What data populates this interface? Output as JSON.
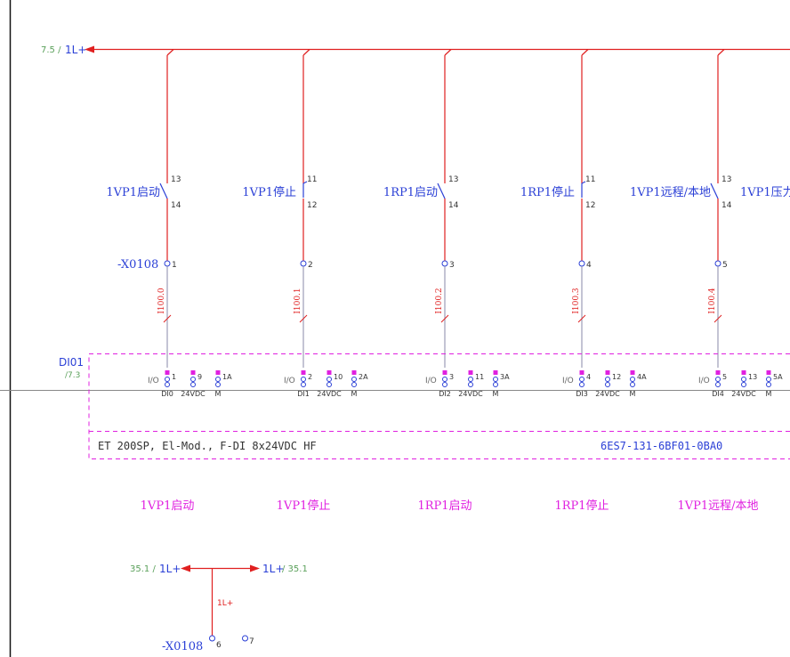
{
  "colors": {
    "wire_red": "#e02020",
    "label_blue": "#2a3fd6",
    "pink": "#e020e0",
    "ref_green": "#5aa05a",
    "wire_gray": "#8888aa"
  },
  "top_bus": {
    "ref": "7.5 /",
    "label": "1L+"
  },
  "terminal_strip": {
    "name": "-X0108"
  },
  "module": {
    "name": "DI01",
    "ref": "/7.3",
    "description": "ET 200SP, El-Mod., F-DI 8x24VDC HF",
    "part_number": "6ES7-131-6BF01-0BA0",
    "io_prefix": "I/O",
    "pin_24v_label": "24VDC",
    "pin_m_label": "M"
  },
  "channels": [
    {
      "switch_label": "1VP1启动",
      "contact_top": "13",
      "contact_bottom": "14",
      "type": "NO",
      "terminal": "1",
      "address": "I100.0",
      "io_pin": "1",
      "di": "DI0",
      "pin_24v": "9",
      "pin_m": "1A",
      "bottom_label": "1VP1启动"
    },
    {
      "switch_label": "1VP1停止",
      "contact_top": "11",
      "contact_bottom": "12",
      "type": "NC",
      "terminal": "2",
      "address": "I100.1",
      "io_pin": "2",
      "di": "DI1",
      "pin_24v": "10",
      "pin_m": "2A",
      "bottom_label": "1VP1停止"
    },
    {
      "switch_label": "1RP1启动",
      "contact_top": "13",
      "contact_bottom": "14",
      "type": "NO",
      "terminal": "3",
      "address": "I100.2",
      "io_pin": "3",
      "di": "DI2",
      "pin_24v": "11",
      "pin_m": "3A",
      "bottom_label": "1RP1启动"
    },
    {
      "switch_label": "1RP1停止",
      "contact_top": "11",
      "contact_bottom": "12",
      "type": "NC",
      "terminal": "4",
      "address": "I100.3",
      "io_pin": "4",
      "di": "DI3",
      "pin_24v": "12",
      "pin_m": "4A",
      "bottom_label": "1RP1停止"
    },
    {
      "switch_label": "1VP1远程/本地",
      "contact_top": "13",
      "contact_bottom": "14",
      "type": "NO",
      "terminal": "5",
      "address": "I100.4",
      "io_pin": "5",
      "di": "DI4",
      "pin_24v": "13",
      "pin_m": "5A",
      "bottom_label": "1VP1远程/本地"
    }
  ],
  "partial_label": "1VP1压力",
  "bottom_bus": {
    "left_ref": "35.1 /",
    "left_label": "1L+",
    "right_label": "1L+",
    "right_ref": "/ 35.1",
    "wire_label": "1L+",
    "terminal_6": "6",
    "terminal_7": "7"
  }
}
